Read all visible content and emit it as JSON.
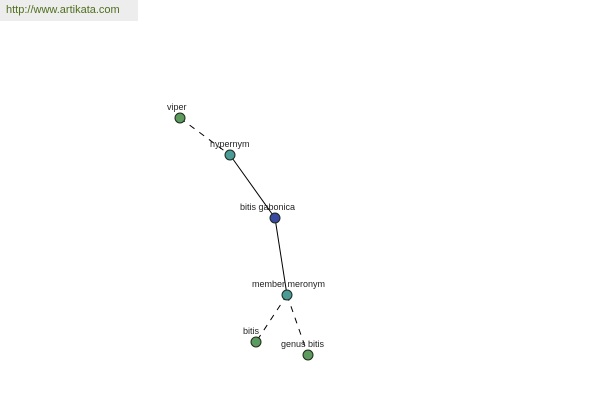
{
  "header": {
    "url_text": "http://www.artikata.com"
  },
  "colors": {
    "url_text": "#4f6f1d",
    "banner_bg": "#ededed",
    "leaf_node": "#5d9a5d",
    "relation_node": "#4a9a96",
    "center_node": "#3a4aa0",
    "edge": "#000000"
  },
  "graph": {
    "nodes": [
      {
        "id": "viper",
        "label": "viper",
        "kind": "leaf"
      },
      {
        "id": "hypernym",
        "label": "hypernym",
        "kind": "relation"
      },
      {
        "id": "bitis-gabonica",
        "label": "bitis gabonica",
        "kind": "center"
      },
      {
        "id": "member-meronym",
        "label": "member meronym",
        "kind": "relation"
      },
      {
        "id": "bitis",
        "label": "bitis",
        "kind": "leaf"
      },
      {
        "id": "genus-bitis",
        "label": "genus bitis",
        "kind": "leaf"
      }
    ],
    "edges": [
      {
        "from": "viper",
        "to": "hypernym",
        "style": "dashed"
      },
      {
        "from": "hypernym",
        "to": "bitis-gabonica",
        "style": "solid"
      },
      {
        "from": "bitis-gabonica",
        "to": "member-meronym",
        "style": "solid"
      },
      {
        "from": "member-meronym",
        "to": "bitis",
        "style": "dashed"
      },
      {
        "from": "member-meronym",
        "to": "genus-bitis",
        "style": "dashed"
      }
    ]
  }
}
